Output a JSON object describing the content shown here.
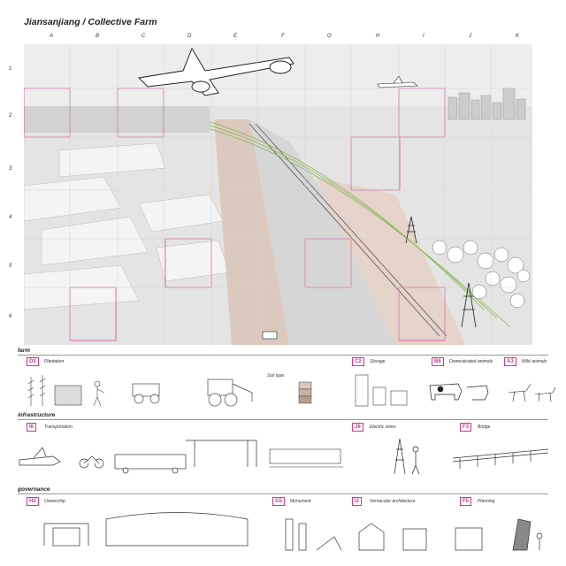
{
  "page": {
    "title": "Jiansanjiang / Collective Farm"
  },
  "grid": {
    "columns": [
      "A",
      "B",
      "C",
      "D",
      "E",
      "F",
      "G",
      "H",
      "I",
      "J",
      "K"
    ],
    "rows": [
      "1",
      "2",
      "3",
      "4",
      "5",
      "6"
    ]
  },
  "colors": {
    "accent": "#d0348f",
    "powerline": "#7fb24a",
    "ink": "#222222",
    "soil": "#d9c7bb",
    "field": "#e6e6e6"
  },
  "sections": [
    {
      "name": "farm",
      "cards": [
        {
          "code": "D3",
          "title": "Plantation",
          "note": ""
        },
        {
          "code": "C2",
          "title": "Storage",
          "note": ""
        },
        {
          "code": "B6",
          "title": "Domesticated animals",
          "note": ""
        },
        {
          "code": "A3",
          "title": "Wild animals",
          "note": ""
        }
      ]
    },
    {
      "name": "infrastructure",
      "cards": [
        {
          "code": "I6",
          "title": "Transportation",
          "note": ""
        },
        {
          "code": "J6",
          "title": "Electric wires",
          "note": ""
        },
        {
          "code": "F3",
          "title": "Bridge",
          "note": ""
        }
      ]
    },
    {
      "name": "governance",
      "cards": [
        {
          "code": "H3",
          "title": "Ownership",
          "note": ""
        },
        {
          "code": "G5",
          "title": "Monument",
          "note": ""
        },
        {
          "code": "I2",
          "title": "Vernacular architecture",
          "note": ""
        },
        {
          "code": "F5",
          "title": "Planning",
          "note": ""
        }
      ]
    }
  ],
  "soil_card": {
    "title": "Soil type"
  },
  "icons": [
    "airplane-icon",
    "pylon-icon",
    "tractor-icon",
    "cow-icon",
    "bus-icon",
    "gate-icon"
  ]
}
